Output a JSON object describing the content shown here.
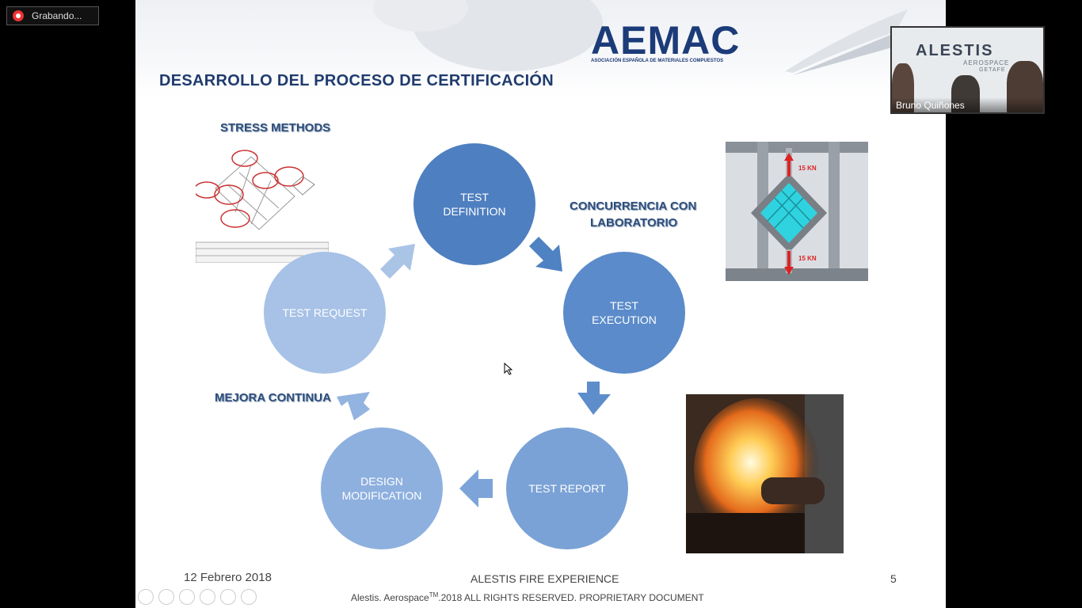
{
  "recording": {
    "label": "Grabando..."
  },
  "slide": {
    "title": "DESARROLLO DEL PROCESO DE CERTIFICACIÓN",
    "logo": {
      "name": "AEMAC",
      "subtitle": "ASOCIACIÓN ESPAÑOLA DE MATERIALES COMPUESTOS"
    },
    "labels": {
      "stress_methods": "STRESS METHODS",
      "concurrencia_line1": "CONCURRENCIA  CON",
      "concurrencia_line2": "LABORATORIO",
      "mejora": "MEJORA CONTINUA"
    },
    "cycle": {
      "test_definition_1": "TEST",
      "test_definition_2": "DEFINITION",
      "test_execution_1": "TEST",
      "test_execution_2": "EXECUTION",
      "test_report": "TEST REPORT",
      "design_modification_1": "DESIGN",
      "design_modification_2": "MODIFICATION",
      "test_request": "TEST REQUEST"
    },
    "machine_labels": {
      "top": "15 KN",
      "bottom": "15 KN"
    },
    "footer": {
      "date": "12 Febrero 2018",
      "center": "ALESTIS FIRE EXPERIENCE",
      "page": "5",
      "copyright_pre": "Alestis. Aerospace",
      "copyright_tm": "TM",
      "copyright_post": ".2018 ALL RIGHTS RESERVED. PROPRIETARY DOCUMENT"
    }
  },
  "video": {
    "brand": "ALESTIS",
    "brand_sub1": "AEROSPACE",
    "brand_sub2": "GETAFE",
    "participant": "Bruno Quiñones"
  }
}
